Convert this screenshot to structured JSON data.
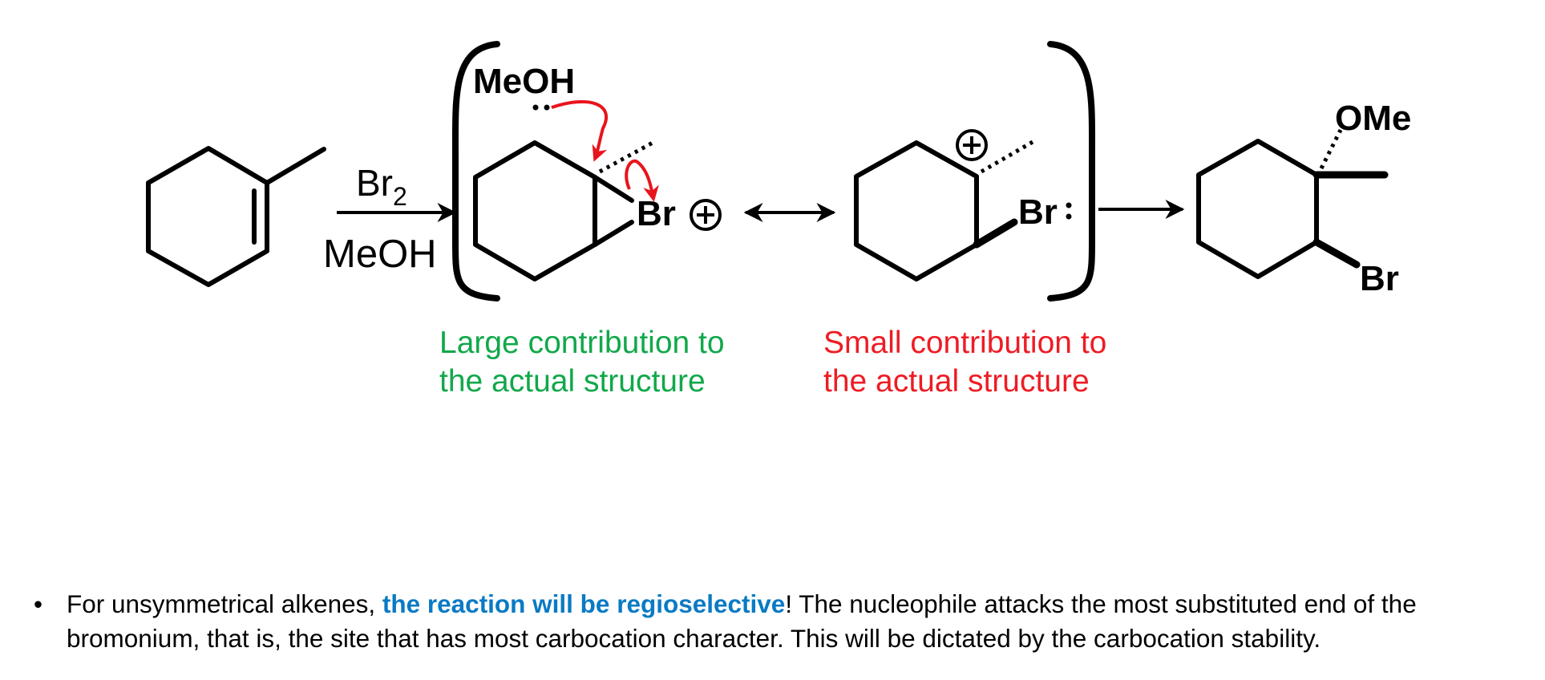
{
  "scheme": {
    "reagent_top": "Br",
    "reagent_top_subscript": "2",
    "reagent_bottom": "MeOH",
    "nucleophile": "MeOH",
    "bromonium_label": "Br",
    "open_cation_bromine_label": "Br",
    "product_top_label": "OMe",
    "product_bottom_label": "Br",
    "colors": {
      "arrow_red": "#e8141c",
      "green_text": "#11a84a",
      "red_text": "#ee1c24",
      "highlight_blue": "#0a7ac4"
    }
  },
  "captions": {
    "left_line1": "Large contribution to",
    "left_line2": "the actual structure",
    "right_line1": "Small contribution to",
    "right_line2": "the actual structure"
  },
  "bullet": {
    "marker": "•",
    "pre": "For unsymmetrical alkenes, ",
    "highlight": "the reaction will be regioselective",
    "post": "! The nucleophile attacks the most substituted end of the bromonium, that is, the site that has most carbocation character. This will be dictated by the carbocation stability."
  }
}
